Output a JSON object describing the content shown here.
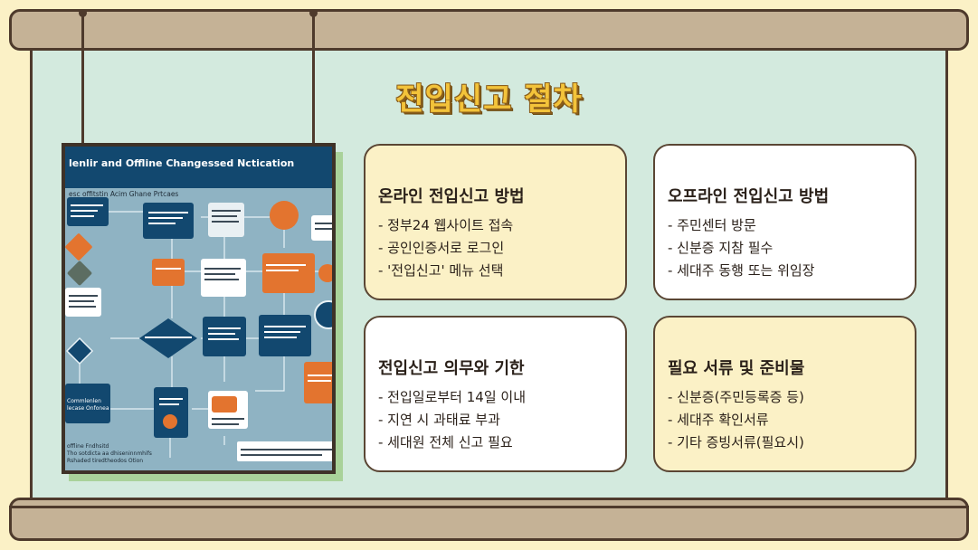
{
  "title": "전입신고 절차",
  "poster": {
    "title": "lenlir and Offline Changessed Nctication",
    "subtitle": "esc offitstin Acim Ghane Prtcaes",
    "notes": [
      "offline Fndhsitd",
      "Tho sotdicta aa dhiseninnmhifs",
      "Rshaded tiredtheodos Otion",
      "Commlenlen",
      "lecase Onfonea"
    ]
  },
  "cards": [
    {
      "title": "온라인 전입신고 방법",
      "items": [
        "- 정부24 웹사이트 접속",
        "- 공인인증서로 로그인",
        "- '전입신고' 메뉴 선택"
      ]
    },
    {
      "title": "오프라인 전입신고 방법",
      "items": [
        "- 주민센터 방문",
        "- 신분증 지참 필수",
        "- 세대주 동행 또는 위임장"
      ]
    },
    {
      "title": "전입신고 의무와 기한",
      "items": [
        "- 전입일로부터 14일 이내",
        "- 지연 시 과태료 부과",
        "- 세대원 전체 신고 필요"
      ]
    },
    {
      "title": "필요 서류 및 준비물",
      "items": [
        "- 신분증(주민등록증 등)",
        "- 세대주 확인서류",
        "- 기타 증빙서류(필요시)"
      ]
    }
  ],
  "colors": {
    "background": "#fbf1c6",
    "panel": "#d3eade",
    "rod": "#c5b296",
    "border": "#4e3a2c",
    "title": "#f3c33a",
    "poster_header": "#12486f",
    "poster_orange": "#e3742f",
    "poster_navy": "#12486f"
  }
}
